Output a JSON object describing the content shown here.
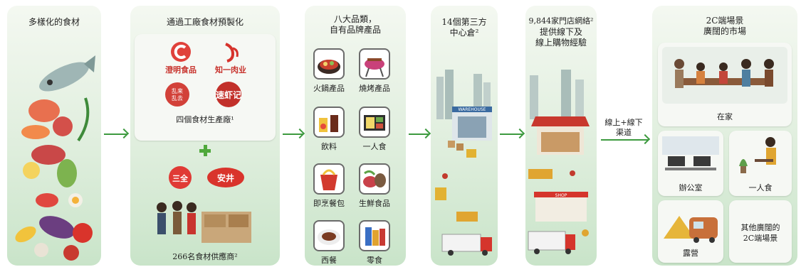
{
  "columns": {
    "food": {
      "title": "多樣化的食材"
    },
    "factory": {
      "title": "通過工廠食材預製化",
      "factories_label": "四個食材生產廠¹",
      "suppliers_label": "266名食材供應商²",
      "logos": {
        "chengming": "澄明食品",
        "zhiyi": "知一肉业",
        "zhaolai": "乱来乱去",
        "suxiaji": "速虾记",
        "sanquan": "三全",
        "anjing": "安井"
      }
    },
    "categories": {
      "title": "八大品類，自有品牌產品",
      "title_line1": "八大品類，",
      "title_line2": "自有品牌產品",
      "items": [
        "火鍋產品",
        "燒烤產品",
        "飲料",
        "一人食",
        "即烹餐包",
        "生鮮食品",
        "西餐",
        "零食"
      ]
    },
    "warehouse": {
      "title_line1": "14個第三方",
      "title_line2": "中心倉²",
      "sign": "WAREHOUSE"
    },
    "stores": {
      "title_line1": "9,844家門店網絡²",
      "title_line2": "提供線下及",
      "title_line3": "線上購物經驗",
      "shop_sign": "SHOP"
    },
    "channel": {
      "line1": "線上+線下",
      "line2": "渠道"
    },
    "scenarios": {
      "title_line1": "2C端場景",
      "title_line2": "廣闊的市場",
      "home": "在家",
      "office": "辦公室",
      "solo": "一人食",
      "camping": "露營",
      "other_line1": "其他廣闊的",
      "other_line2": "2C端場景"
    }
  },
  "colors": {
    "accent": "#3d9a3f",
    "panel": "#dfeedd"
  }
}
